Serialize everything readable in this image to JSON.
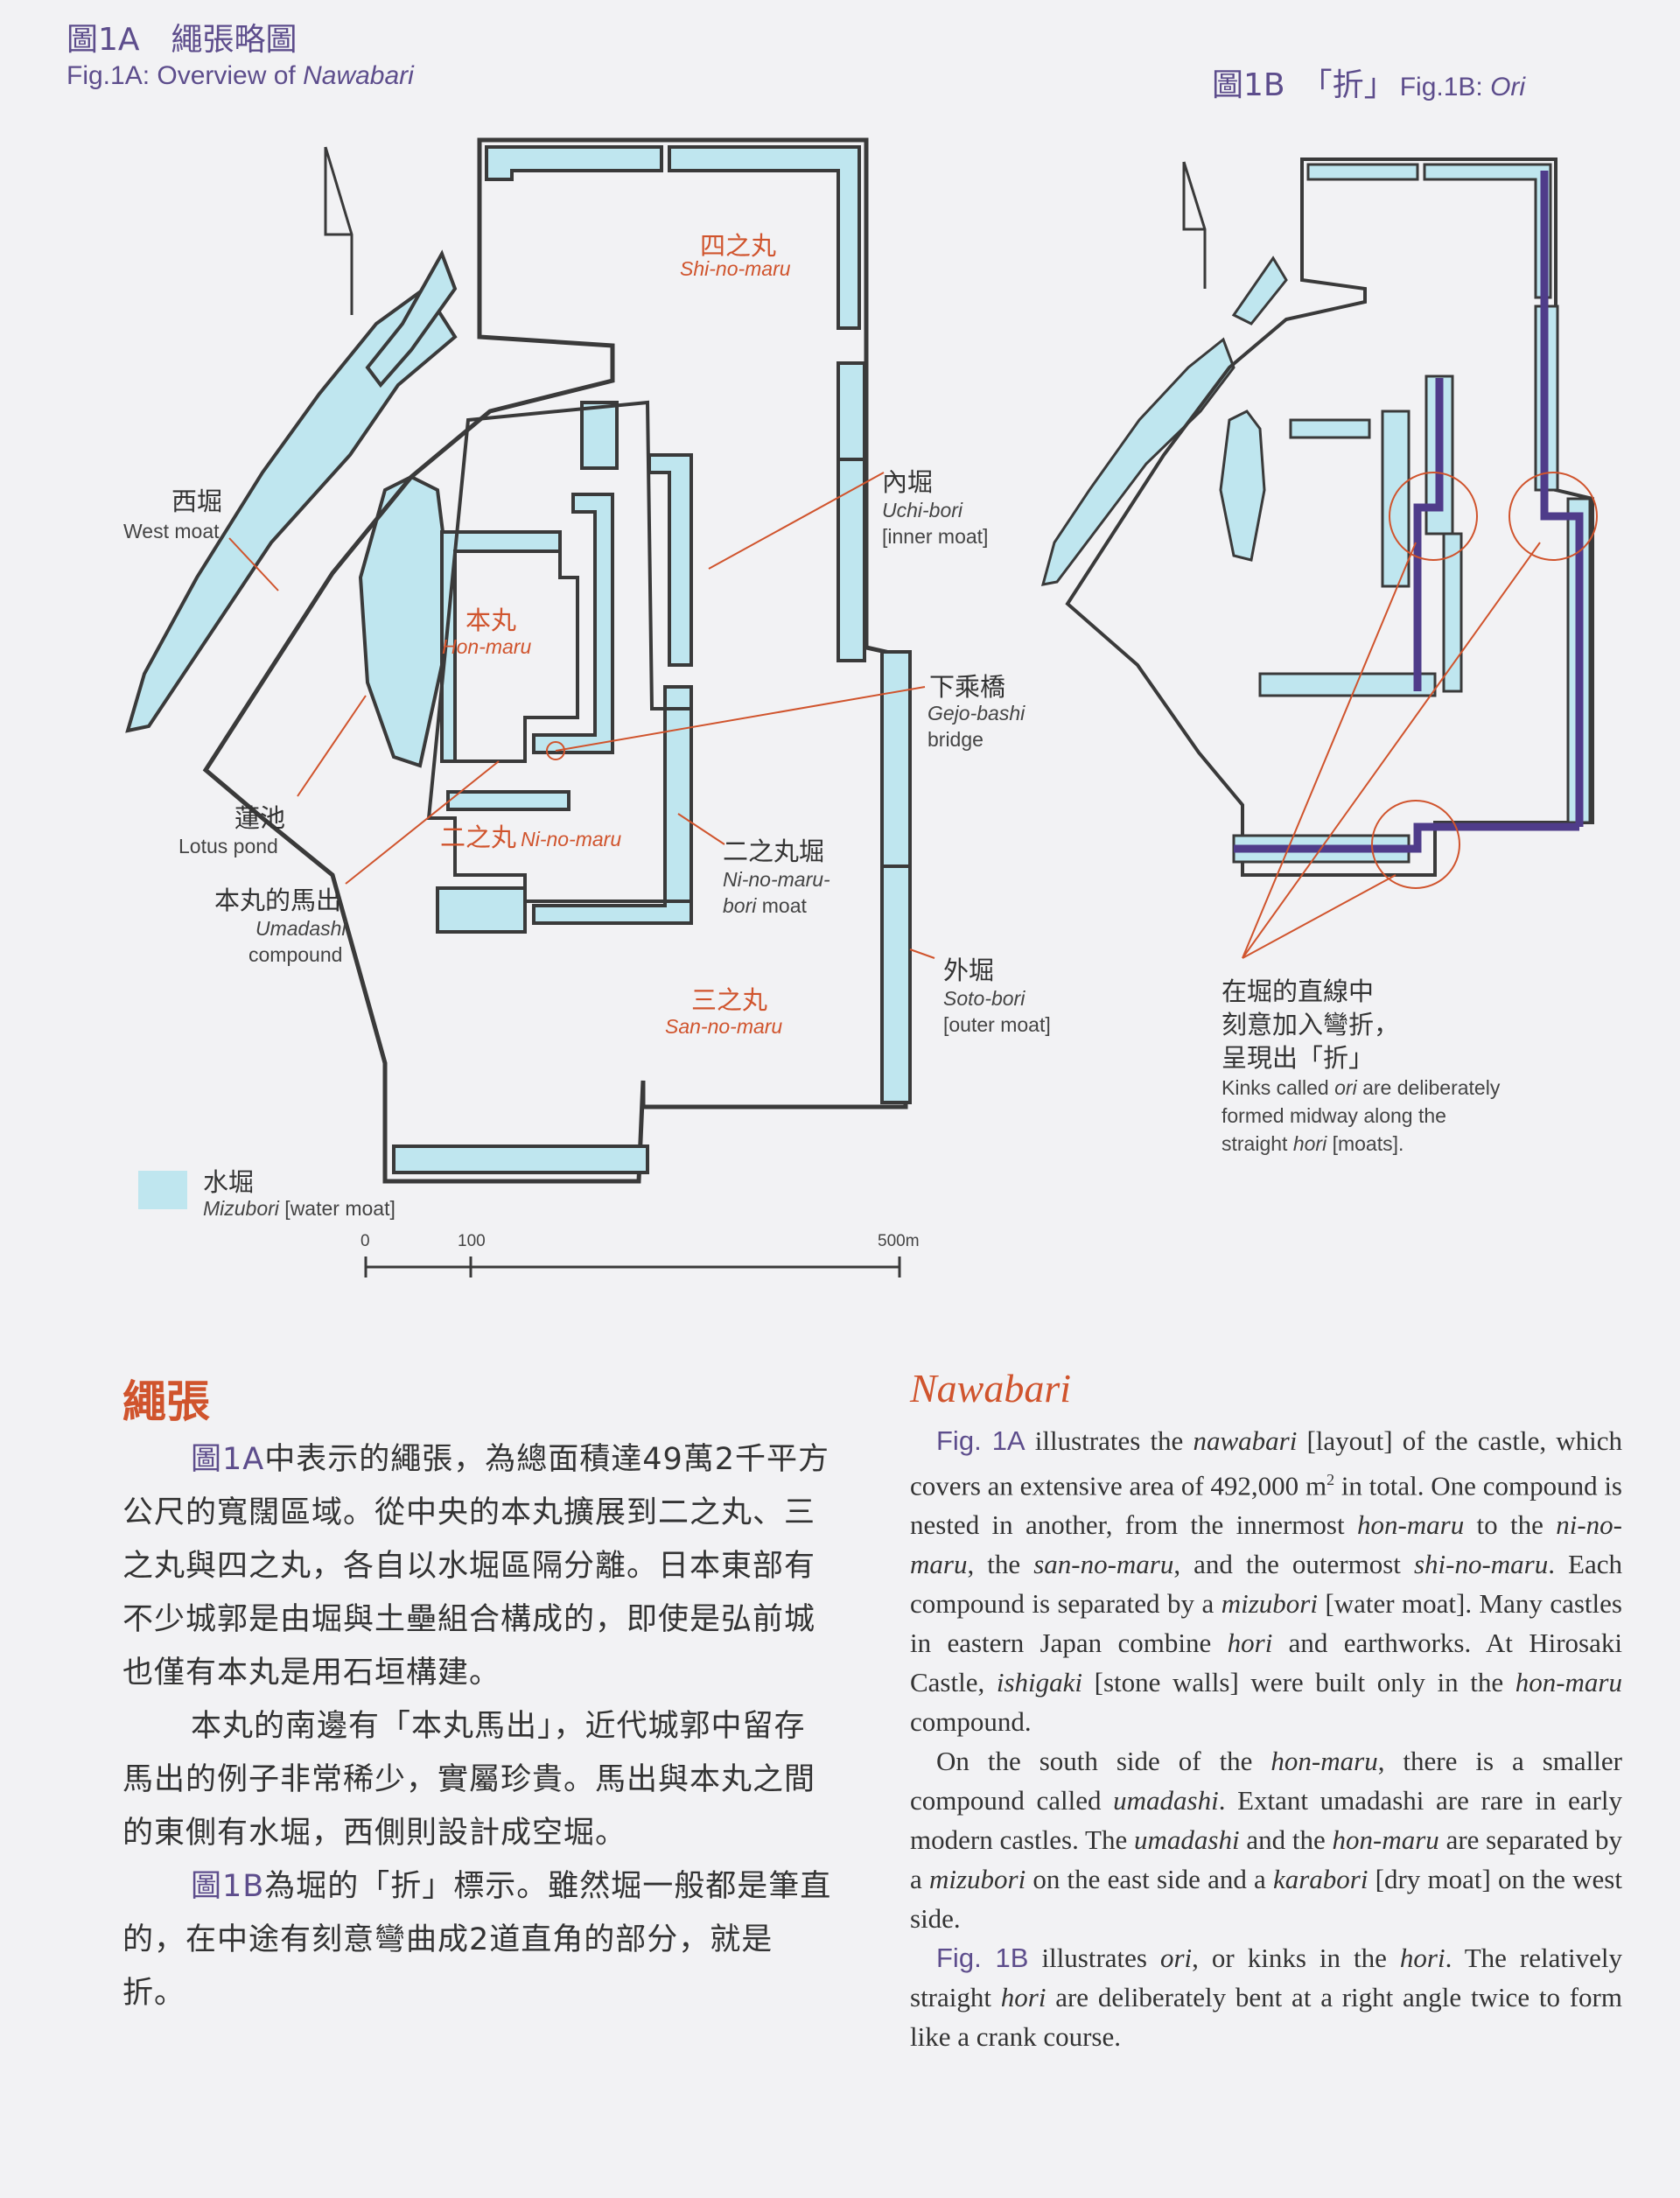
{
  "fig1a": {
    "caption_zh": "圖1A　繩張略圖",
    "caption_en_pre": "Fig.1A: Overview of ",
    "caption_en_it": "Nawabari"
  },
  "fig1b": {
    "caption_zh": "圖1B　「折」",
    "caption_en_pre": "Fig.1B: ",
    "caption_en_it": "Ori"
  },
  "labels": {
    "shinomaru_zh": "四之丸",
    "shinomaru_en": "Shi-no-maru",
    "uchibori_zh": "內堀",
    "uchibori_en_it": "Uchi-bori",
    "uchibori_en": "[inner moat]",
    "nishibori_zh": "西堀",
    "nishibori_en": "West moat",
    "honmaru_zh": "本丸",
    "honmaru_en": "Hon-maru",
    "gejobashi_zh": "下乘橋",
    "gejobashi_en_it": "Gejo-bashi",
    "gejobashi_en": "bridge",
    "hasuike_zh": "蓮池",
    "hasuike_en": "Lotus pond",
    "ninomaru_zh": "二之丸",
    "ninomaru_en": "Ni-no-maru",
    "ninomarubori_zh": "二之丸堀",
    "ninomarubori_en_it": "Ni-no-maru-",
    "ninomarubori_en_it2": "bori",
    "ninomarubori_en": " moat",
    "umadashi_zh": "本丸的馬出",
    "umadashi_en_it": "Umadashi",
    "umadashi_en": "compound",
    "sotobori_zh": "外堀",
    "sotobori_en_it": "Soto-bori",
    "sotobori_en": "[outer moat]",
    "sannomaru_zh": "三之丸",
    "sannomaru_en": "San-no-maru",
    "legend_zh": "水堀",
    "legend_en_it": "Mizubori",
    "legend_en": " [water moat]",
    "scale_0": "0",
    "scale_100": "100",
    "scale_500": "500m",
    "ori_zh_1": "在堀的直線中",
    "ori_zh_2": "刻意加入彎折，",
    "ori_zh_3": "呈現出「折」",
    "ori_en_1_pre": "Kinks called ",
    "ori_en_1_it": "ori",
    "ori_en_1_post": " are deliberately",
    "ori_en_2": "formed midway along the",
    "ori_en_3_pre": "straight ",
    "ori_en_3_it": "hori",
    "ori_en_3_post": " [moats]."
  },
  "colors": {
    "moat": "#bfe6ef",
    "outline": "#3a3a3a",
    "accent_red": "#d0542d",
    "caption_purple": "#5d4d8c",
    "ori_highlight": "#4f3c8a"
  },
  "section_zh": {
    "title": "繩張",
    "p1_ref": "圖1A",
    "p1": "中表示的繩張，為總面積達49萬2千平方公尺的寬闊區域。從中央的本丸擴展到二之丸、三之丸與四之丸，各自以水堀區隔分離。日本東部有不少城郭是由堀與土壘組合構成的，即使是弘前城也僅有本丸是用石垣構建。",
    "p2": "本丸的南邊有「本丸馬出」，近代城郭中留存馬出的例子非常稀少，實屬珍貴。馬出與本丸之間的東側有水堀，西側則設計成空堀。",
    "p3_ref": "圖1B",
    "p3": "為堀的「折」標示。雖然堀一般都是筆直的，在中途有刻意彎曲成2道直角的部分，就是折。"
  },
  "section_en": {
    "title": "Nawabari",
    "p1_ref": "Fig. 1A",
    "p1_a": " illustrates the ",
    "p1_b": "nawabari",
    "p1_c": " [layout] of the castle, which covers an extensive area of 492,000 m",
    "p1_sup": "2",
    "p1_d": " in total. One compound is nested in another, from the innermost ",
    "p1_e": "hon-maru",
    "p1_f": " to the ",
    "p1_g": "ni-no-maru",
    "p1_h": ", the ",
    "p1_i": "san-no-maru",
    "p1_j": ", and the outermost ",
    "p1_k": "shi-no-maru",
    "p1_l": ". Each compound is separated by a ",
    "p1_m": "mizubori",
    "p1_n": " [water moat]. Many castles in eastern Japan combine ",
    "p1_o": "hori",
    "p1_p": " and earthworks. At Hirosaki Castle, ",
    "p1_q": "ishigaki",
    "p1_r": " [stone walls] were built only in the ",
    "p1_s": "hon-maru",
    "p1_t": " compound.",
    "p2_a": "On the south side of the ",
    "p2_b": "hon-maru",
    "p2_c": ", there is a smaller compound called ",
    "p2_d": "umadashi",
    "p2_e": ". Extant umadashi are rare in early modern castles. The ",
    "p2_f": "umadashi",
    "p2_g": " and the ",
    "p2_h": "hon-maru",
    "p2_i": " are separated by a ",
    "p2_j": "mizubori",
    "p2_k": " on the east side and a ",
    "p2_l": "karabori",
    "p2_m": " [dry moat] on the west side.",
    "p3_ref": "Fig. 1B",
    "p3_a": " illustrates ",
    "p3_b": "ori",
    "p3_c": ", or kinks in the ",
    "p3_d": "hori",
    "p3_e": ". The relatively straight ",
    "p3_f": "hori",
    "p3_g": " are deliberately bent at a right angle twice to form like a crank course."
  }
}
